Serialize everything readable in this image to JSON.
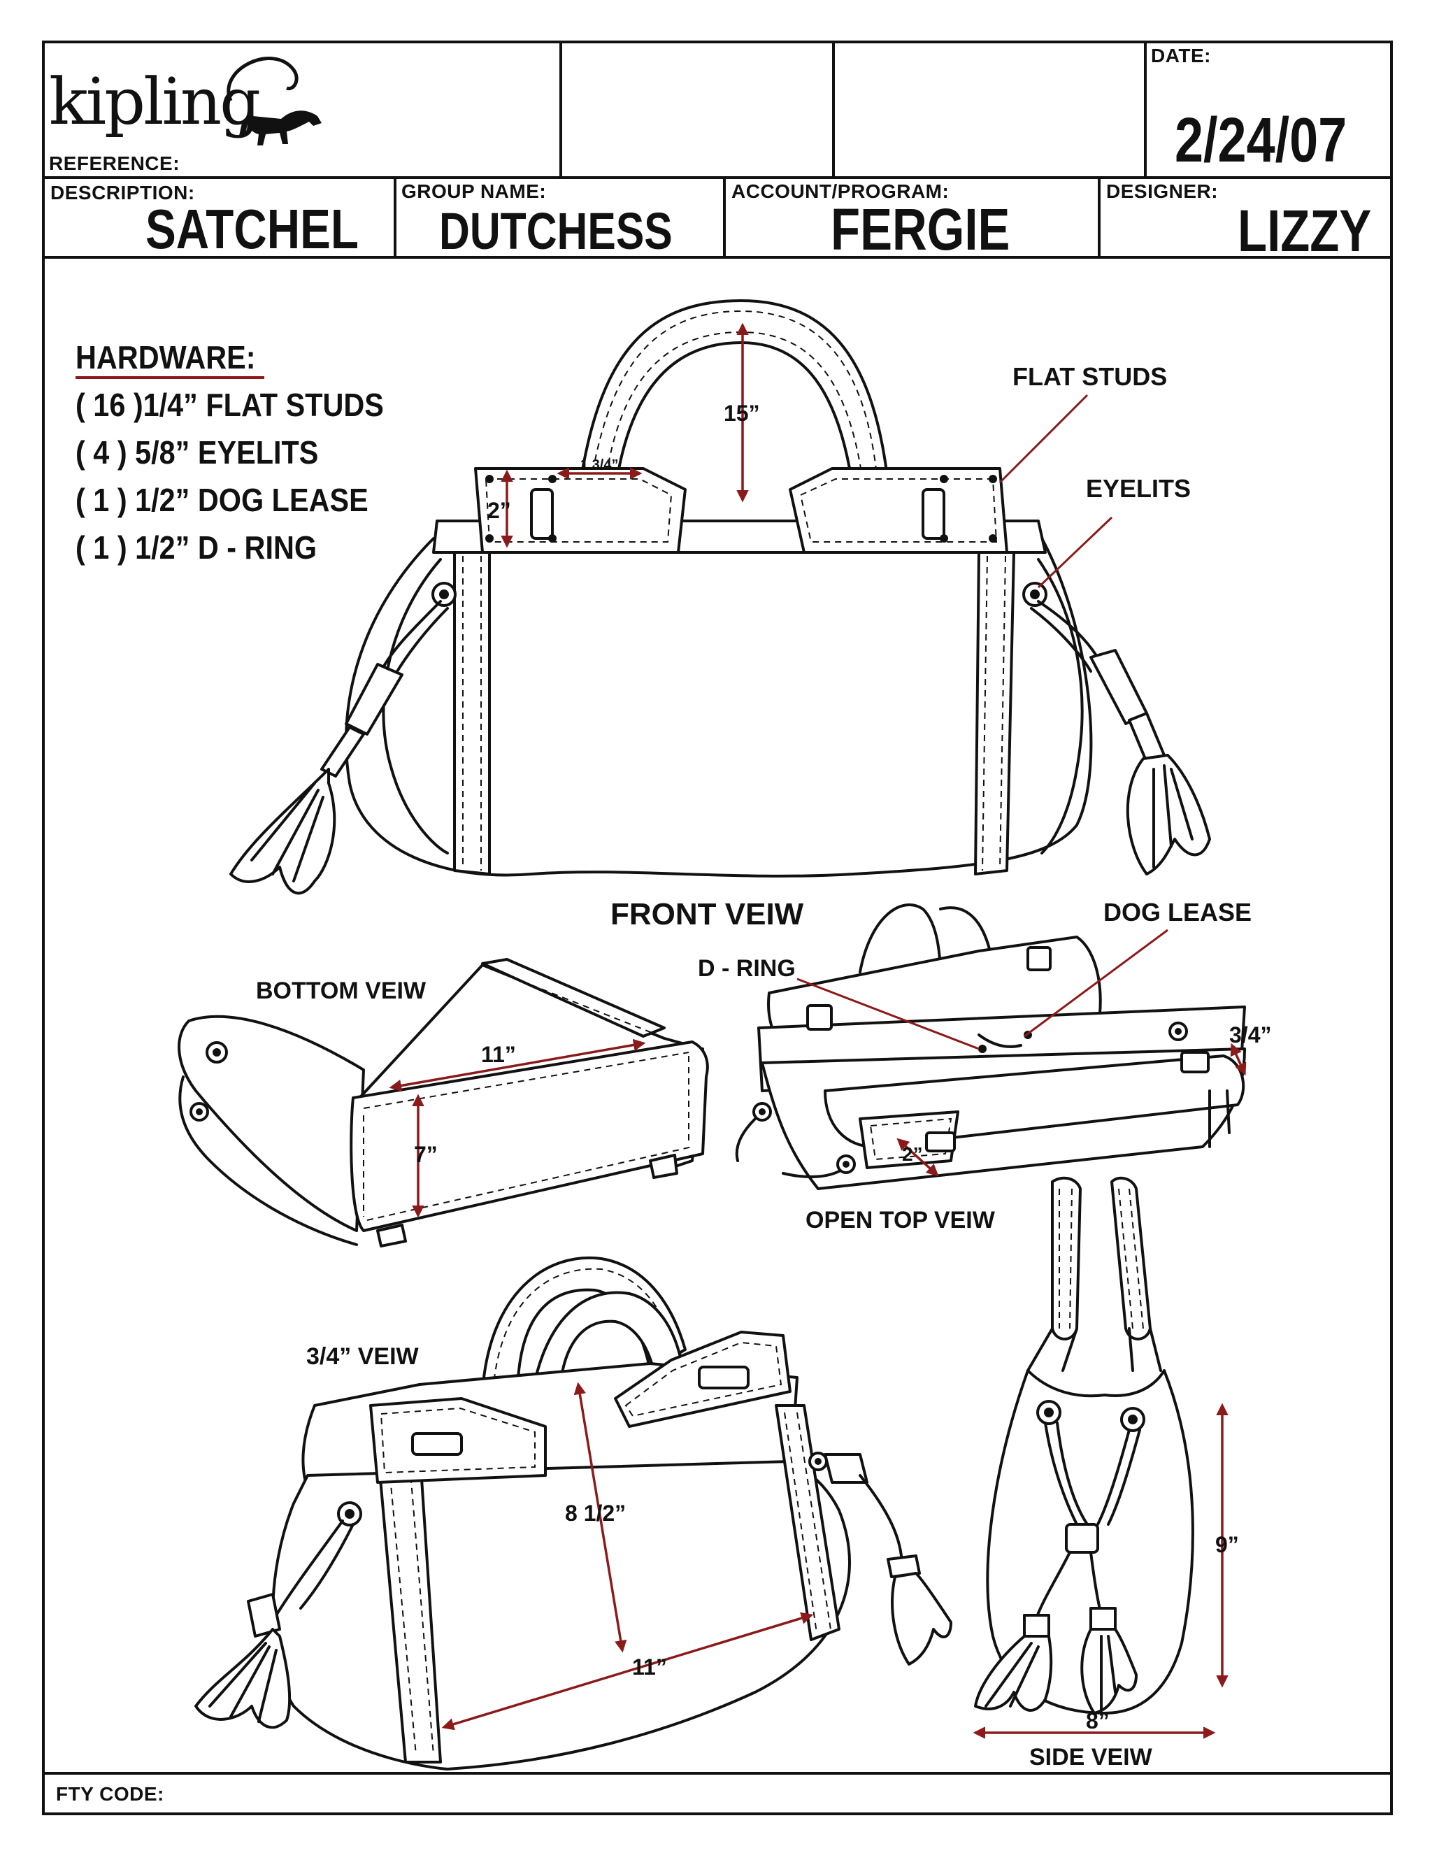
{
  "header": {
    "brand": "kipling",
    "reference_label": "REFERENCE:",
    "date_label": "DATE:",
    "date_value": "2/24/07",
    "description_label": "DESCRIPTION:",
    "description_value": "SATCHEL",
    "group_label": "GROUP NAME:",
    "group_value": "DUTCHESS",
    "account_label": "ACCOUNT/PROGRAM:",
    "account_value": "FERGIE",
    "designer_label": "DESIGNER:",
    "designer_value": "LIZZY"
  },
  "hardware": {
    "title": "HARDWARE:",
    "items": [
      "( 16 )1/4”  FLAT STUDS",
      "( 4 ) 5/8”  EYELITS",
      "( 1 ) 1/2” DOG LEASE",
      "( 1 ) 1/2”  D - RING"
    ]
  },
  "callouts": {
    "flat_studs": "FLAT STUDS",
    "eyelits": "EYELITS",
    "dog_lease": "DOG LEASE",
    "d_ring": "D - RING"
  },
  "views": {
    "front": "FRONT VEIW",
    "bottom": "BOTTOM VEIW",
    "open_top": "OPEN TOP VEIW",
    "three_quarter": "3/4” VEIW",
    "side": "SIDE VEIW"
  },
  "dimensions": {
    "handle_height": "15”",
    "tab_width": "1 3/4”",
    "tab_height": "2”",
    "bottom_length": "11”",
    "bottom_width": "7”",
    "open_top_tab": "3/4”",
    "open_top_tab2": "2”",
    "body_height": "8 1/2”",
    "body_length": "11”",
    "side_height": "9”",
    "side_width": "8”"
  },
  "footer": {
    "fty_code_label": "FTY CODE:"
  },
  "colors": {
    "dimension": "#8b1a1a",
    "line": "#111111"
  }
}
